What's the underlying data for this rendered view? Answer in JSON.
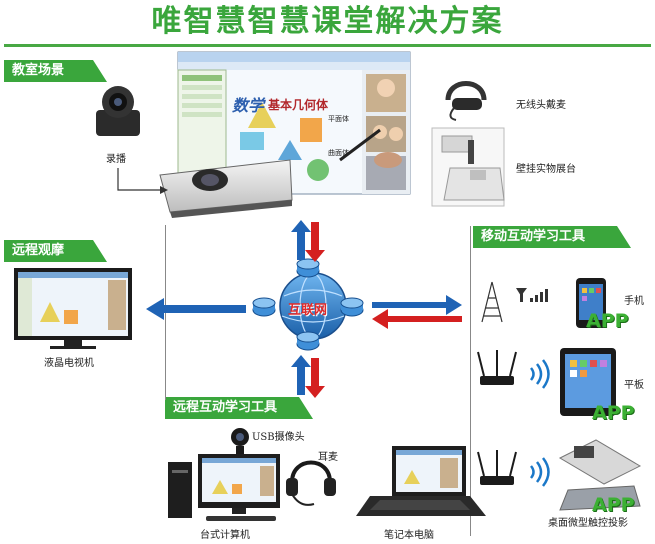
{
  "title": "唯智慧智慧课堂解决方案",
  "sections": {
    "classroom": "教室场景",
    "remote_view": "远程观摩",
    "mobile_tools": "移动互动学习工具",
    "remote_tools": "远程互动学习工具"
  },
  "devices": {
    "recording": "录播",
    "headset_mic": "无线头戴麦",
    "wall_presenter": "壁挂实物展台",
    "lcd_tv": "液晶电视机",
    "phone": "手机",
    "tablet": "平板",
    "desk_projector": "桌面微型触控投影",
    "usb_camera": "USB摄像头",
    "earphone": "耳麦",
    "desktop": "台式计算机",
    "laptop": "笔记本电脑"
  },
  "network_label": "互联网",
  "app_label": "APP",
  "whiteboard": {
    "math_logo": "数学",
    "heading": "基本几何体",
    "side_label": "平面体",
    "side_label2": "曲面体"
  },
  "colors": {
    "brand_green": "#3aa63c",
    "arrow_blue": "#1f63b5",
    "arrow_red": "#d42020"
  }
}
